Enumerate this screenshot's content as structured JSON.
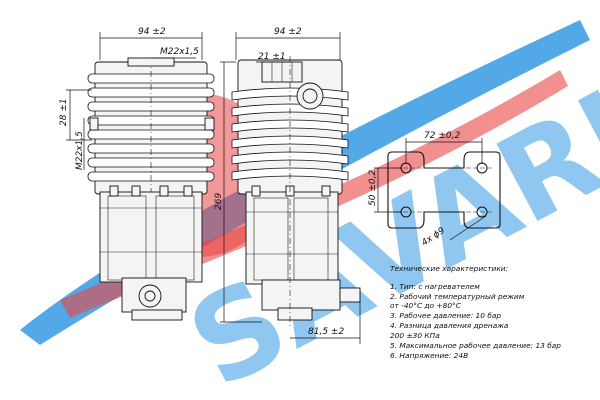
{
  "watermark": {
    "text": "SAVARL",
    "colors": {
      "blue": "#1f8fe0",
      "red": "#e63030"
    }
  },
  "dimensions": {
    "width_left": "94 ±2",
    "width_right": "94 ±2",
    "thread_top": "M22x1,5",
    "thread_side": "M22x1,5",
    "height_28": "28 ±1",
    "offset_21": "21 ±1",
    "height_269": "269",
    "depth_815": "81,5 ±2",
    "mount_spacing": "72 ±0,2",
    "mount_height": "50 ±0,2",
    "holes": "4x ϕ9"
  },
  "specs": {
    "title": "Технические характеристики:",
    "lines": [
      "1. Тип: с нагревателем",
      "2. Рабочий температурный режим",
      "от -40°С до +80°С",
      "3. Рабочее давление: 10 бар",
      "4. Разница давления дренажа",
      "200 ±30 КПа",
      "5. Максимальное рабочее давление: 13 бар",
      "6. Напряжение: 24В"
    ]
  }
}
